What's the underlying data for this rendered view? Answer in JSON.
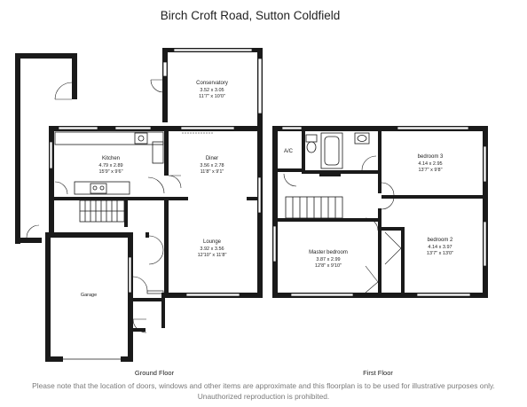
{
  "title": "Birch Croft Road, Sutton Coldfield",
  "ground_floor": {
    "label": "Ground Floor",
    "rooms": {
      "conservatory": {
        "name": "Conservatory",
        "metric": "3.52 x 3.05",
        "imperial": "11'7\" x 10'0\""
      },
      "kitchen": {
        "name": "Kitchen",
        "metric": "4.79 x 2.89",
        "imperial": "15'9\" x 9'6\""
      },
      "diner": {
        "name": "Diner",
        "metric": "3.56 x 2.78",
        "imperial": "11'8\" x 9'1\""
      },
      "lounge": {
        "name": "Lounge",
        "metric": "3.92 x 3.56",
        "imperial": "12'10\" x 11'8\""
      },
      "garage": {
        "name": "Garage"
      }
    }
  },
  "first_floor": {
    "label": "First Floor",
    "rooms": {
      "ac": {
        "name": "A/C"
      },
      "bedroom3": {
        "name": "bedroom 3",
        "metric": "4.14 x 2.95",
        "imperial": "13'7\" x 9'8\""
      },
      "bedroom2": {
        "name": "bedroom 2",
        "metric": "4.14 x 3.97",
        "imperial": "13'7\" x 13'0\""
      },
      "master": {
        "name": "Master bedroom",
        "metric": "3.87 x 2.99",
        "imperial": "12'8\" x 9'10\""
      }
    }
  },
  "disclaimer": "Please note that the location of doors, windows and other items are approximate and this floorplan is to be used for illustrative purposes only. Unauthorized reproduction is prohibited."
}
